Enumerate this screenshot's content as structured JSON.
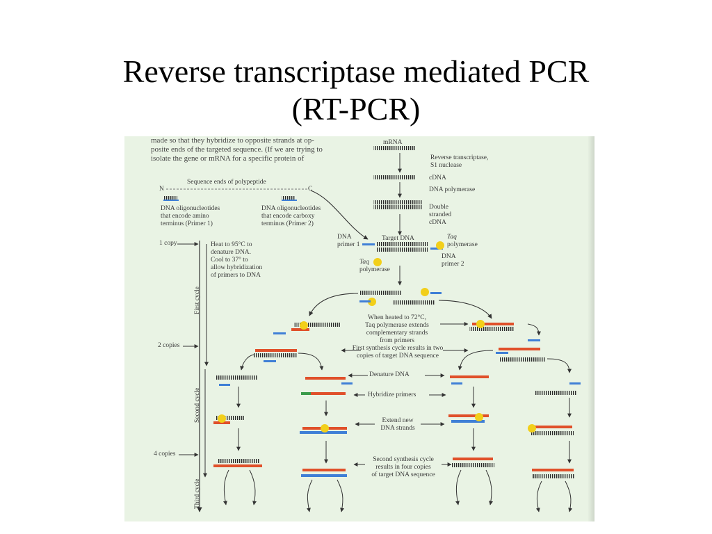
{
  "slide": {
    "title_line1": "Reverse transcriptase mediated PCR",
    "title_line2": "(RT-PCR)"
  },
  "figure": {
    "intro_lines": [
      "made so that they hybridize to opposite strands at op-",
      "posite ends of the targeted sequence. (If we are trying to",
      "isolate the gene or mRNA for a specific protein of"
    ],
    "polypeptide_caption": "Sequence ends of polypeptide",
    "polypeptide_n": "N",
    "polypeptide_c": "C",
    "primer1_lines": [
      "DNA oligonucleotides",
      "that encode amino",
      "terminus (Primer 1)"
    ],
    "primer2_lines": [
      "DNA oligonucleotides",
      "that encode carboxy",
      "terminus (Primer 2)"
    ],
    "copy1": "1 copy",
    "heat_lines": [
      "Heat to 95°C to",
      "denature DNA.",
      "Cool to 37° to",
      "allow hybridization",
      "of primers to DNA"
    ],
    "first_cycle": "First cycle",
    "copies2": "2 copies",
    "second_cycle": "Second cycle",
    "copies4": "4 copies",
    "third_cycle": "Third cycle",
    "mrna": "mRNA",
    "rt_lines": [
      "Reverse transcriptase,",
      "S1 nuclease"
    ],
    "cdna": "cDNA",
    "dna_polymerase": "DNA polymerase",
    "ds_lines": [
      "Double",
      "stranded",
      "cDNA"
    ],
    "dna_primer1_lines": [
      "DNA",
      "primer 1"
    ],
    "target_dna": "Target DNA",
    "taq": "Taq",
    "polymerase": "polymerase",
    "dna_primer2_lines": [
      "DNA",
      "primer 2"
    ],
    "heated_lines": [
      "When heated to 72°C,",
      "Taq polymerase extends",
      "complementary strands",
      "from primers"
    ],
    "first_synth_lines": [
      "First synthesis cycle results in two",
      "copies of target DNA sequence"
    ],
    "denature": "Denature DNA",
    "hybridize": "Hybridize primers",
    "extend_lines": [
      "Extend new",
      "DNA strands"
    ],
    "second_synth_lines": [
      "Second synthesis cycle",
      "results in four copies",
      "of target DNA sequence"
    ]
  },
  "colors": {
    "figure_bg": "#e9f3e4",
    "dna": "#2b2b2b",
    "primer_blue": "#3f7fd6",
    "new_strand": "#e0502a",
    "taq_yellow": "#f2cf1a",
    "primer_green": "#3a9a4a"
  }
}
